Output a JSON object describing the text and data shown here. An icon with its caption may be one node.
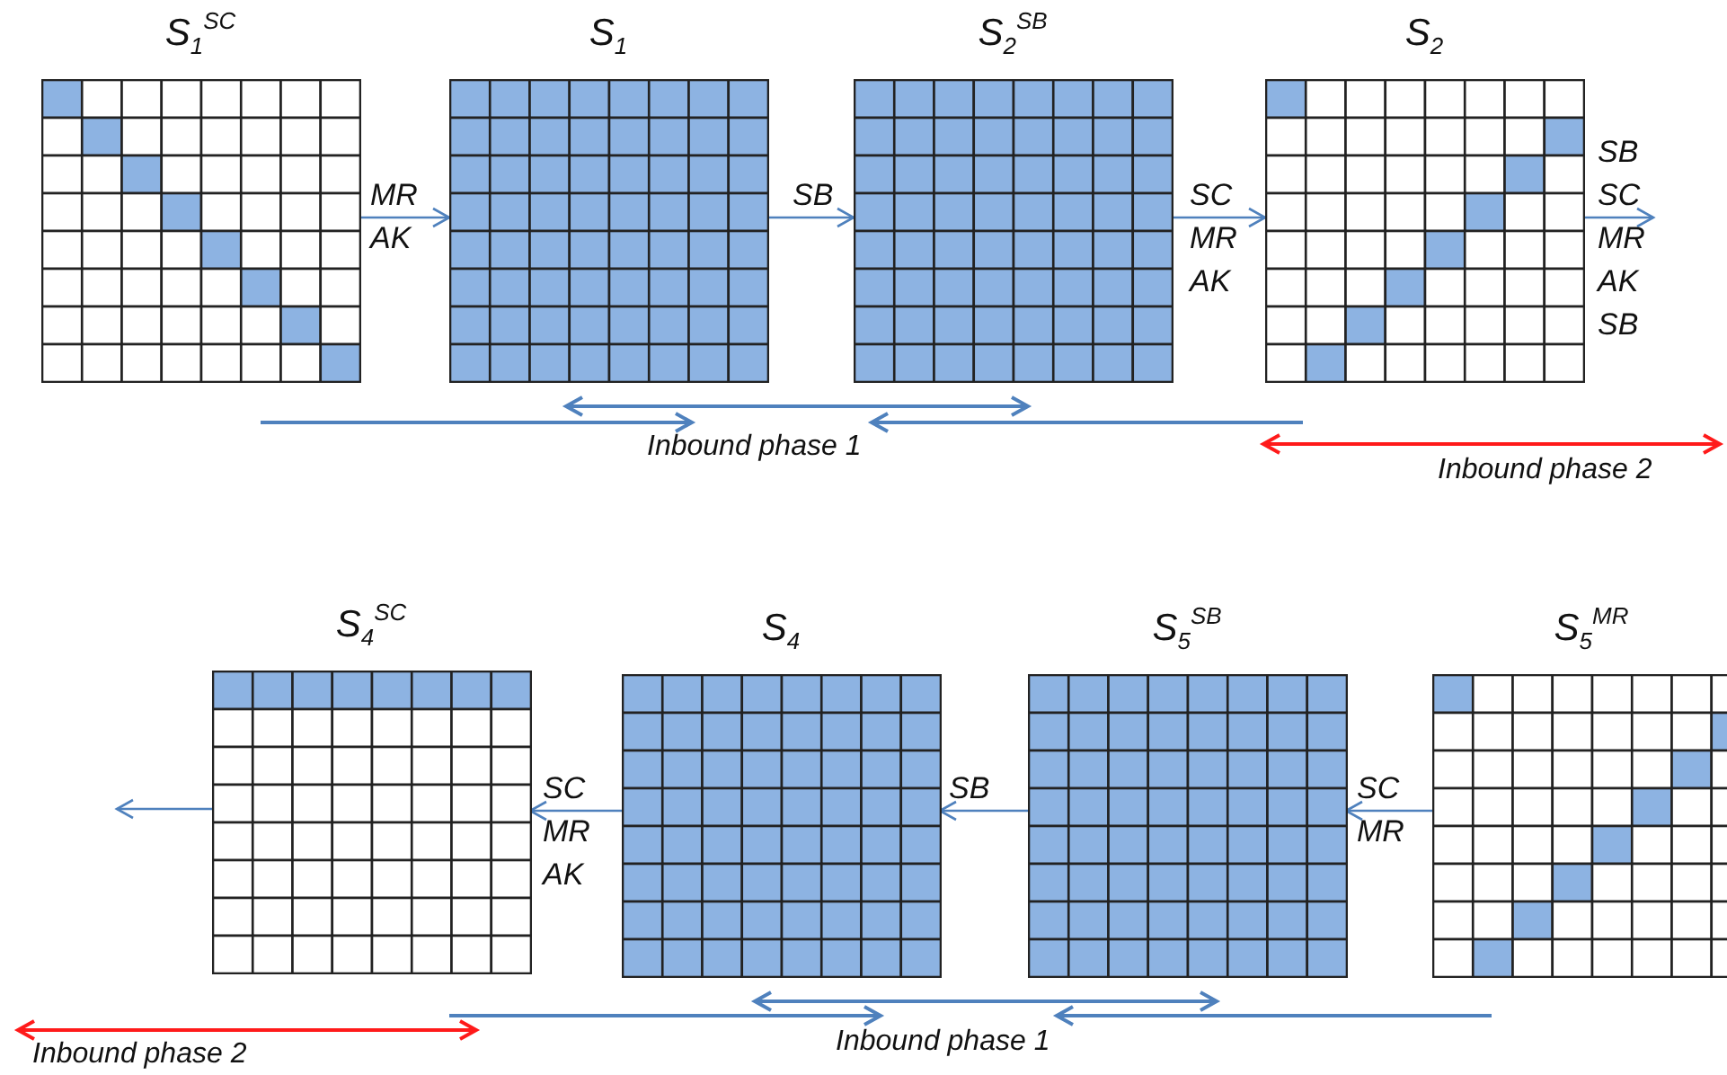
{
  "diagram": {
    "nodes": [
      {
        "text": [
          "S$_{1}$$^{SC}$"
        ]
      },
      {
        "text": [
          "S$_{1}$"
        ]
      },
      {
        "text": [
          "S$_{2}$$^{SB}$"
        ]
      },
      {
        "text": [
          "S$_{2}$"
        ]
      },
      {
        "text": [
          "S$_{4}$$^{SC}$"
        ]
      },
      {
        "text": [
          "S$_{4}$"
        ]
      },
      {
        "text": [
          "S$_{5}$$^{SB}$"
        ]
      },
      {
        "text": [
          "S$_{5}$$^{MR}$"
        ]
      }
    ],
    "edges": [
      {
        "from": 0,
        "to": 1,
        "arrow": "to",
        "label": "MR AK"
      },
      {
        "from": 1,
        "to": 2,
        "arrow": "to",
        "label": "SB"
      },
      {
        "from": 2,
        "to": 3,
        "arrow": "to",
        "label": "SC MR AK"
      },
      {
        "from": 3,
        "to": null,
        "arrow": "to",
        "label": "SB SC MR AK SB"
      },
      {
        "from": 7,
        "to": 6,
        "arrow": "to",
        "label": "SC MR"
      },
      {
        "from": 6,
        "to": 5,
        "arrow": "to",
        "label": "SB"
      },
      {
        "from": 5,
        "to": 4,
        "arrow": "to",
        "label": "SC MR AK"
      },
      {
        "from": 4,
        "to": null,
        "arrow": "to"
      }
    ],
    "labels": [
      "Inbound phase 1",
      "Inbound phase 2",
      "Inbound phase 2",
      "Inbound phase 1"
    ]
  }
}
